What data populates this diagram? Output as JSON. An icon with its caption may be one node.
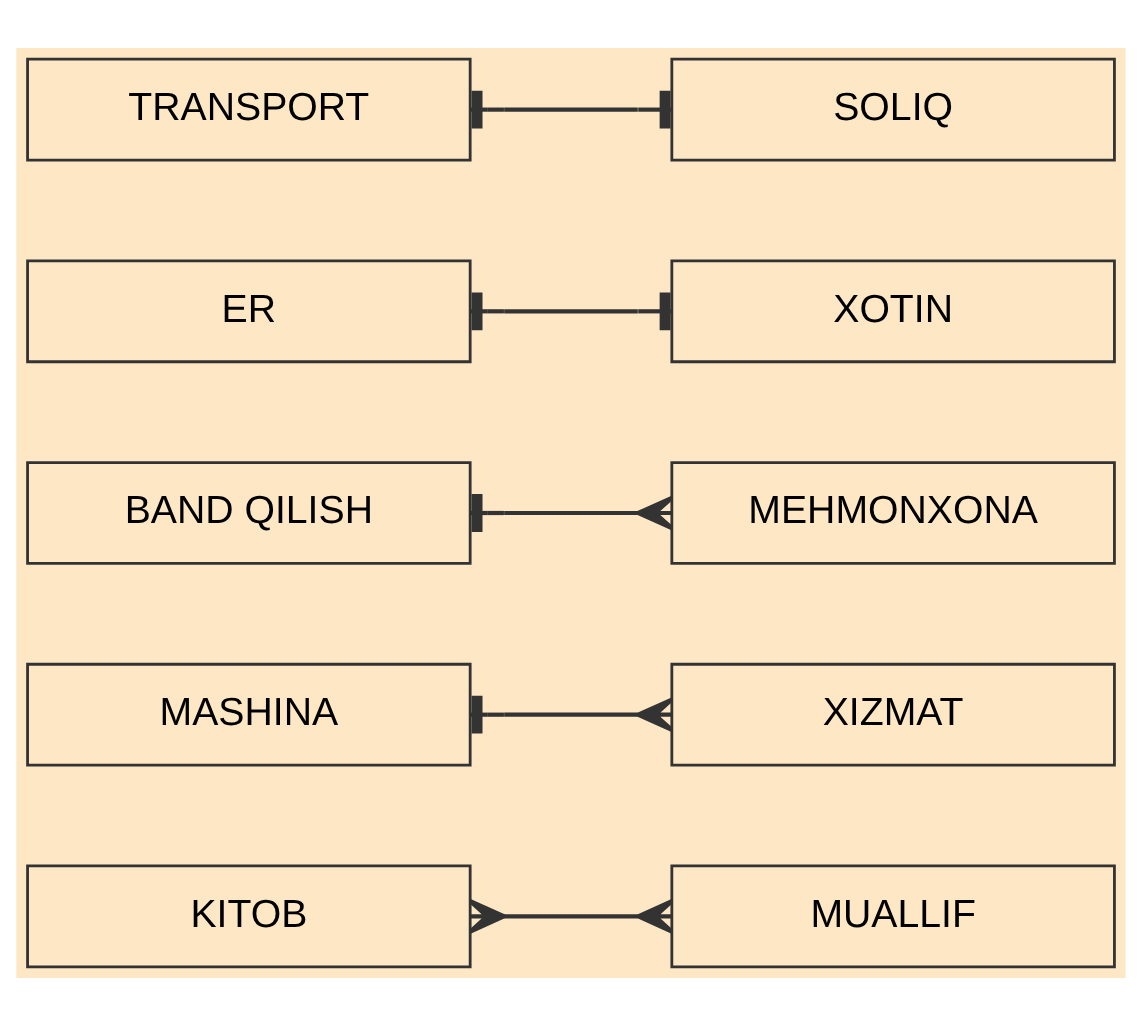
{
  "diagram": {
    "nodes": [
      {
        "text": [
          "TRANSPORT"
        ]
      },
      {
        "text": [
          "SOLIQ"
        ]
      },
      {
        "text": [
          "ER"
        ]
      },
      {
        "text": [
          "XOTIN"
        ]
      },
      {
        "text": [
          "BAND QILISH"
        ]
      },
      {
        "text": [
          "MEHMONXONA"
        ]
      },
      {
        "text": [
          "MASHINA"
        ]
      },
      {
        "text": [
          "XIZMAT"
        ]
      },
      {
        "text": [
          "KITOB"
        ]
      },
      {
        "text": [
          "MUALLIF"
        ]
      }
    ],
    "edges": [
      {
        "from": 0,
        "to": 1,
        "arrow": "other"
      },
      {
        "from": 2,
        "to": 3,
        "arrow": "other"
      },
      {
        "from": 4,
        "to": 5,
        "arrow": "other"
      },
      {
        "from": 6,
        "to": 7,
        "arrow": "other"
      },
      {
        "from": 8,
        "to": 9,
        "arrow": "other"
      }
    ]
  }
}
